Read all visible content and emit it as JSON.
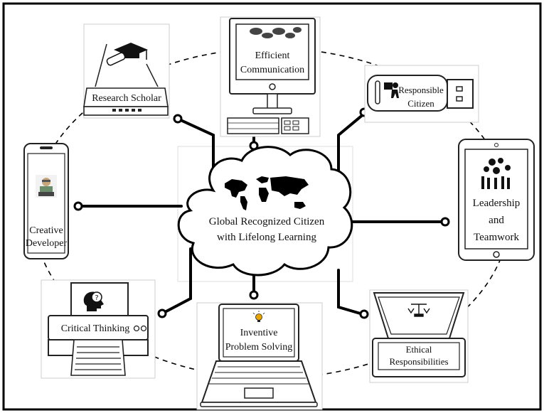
{
  "center": {
    "line1": "Global Recognized Citizen",
    "line2": "with Lifelong Learning"
  },
  "nodes": {
    "research_scholar": {
      "label": "Research Scholar"
    },
    "efficient_communication": {
      "line1": "Efficient",
      "line2": "Communication"
    },
    "responsible_citizen": {
      "line1": "Responsible",
      "line2": "Citizen"
    },
    "leadership_teamwork": {
      "line1": "Leadership",
      "line2": "and",
      "line3": "Teamwork"
    },
    "creative_developer": {
      "line1": "Creative",
      "line2": "Developer"
    },
    "critical_thinking": {
      "label": "Critical Thinking"
    },
    "inventive_problem_solving": {
      "line1": "Inventive",
      "line2": "Problem Solving"
    },
    "ethical_responsibilities": {
      "line1": "Ethical",
      "line2": "Responsibilities"
    }
  },
  "icons": {
    "research_scholar": "graduation-cap-icon",
    "efficient_communication": "chat-bubbles-icon",
    "responsible_citizen": "person-carrying-box-icon",
    "leadership_teamwork": "team-gears-icon",
    "creative_developer": "developer-at-laptop-icon",
    "critical_thinking": "head-question-icon",
    "inventive_problem_solving": "lightbulb-icon",
    "ethical_responsibilities": "scales-icon"
  }
}
